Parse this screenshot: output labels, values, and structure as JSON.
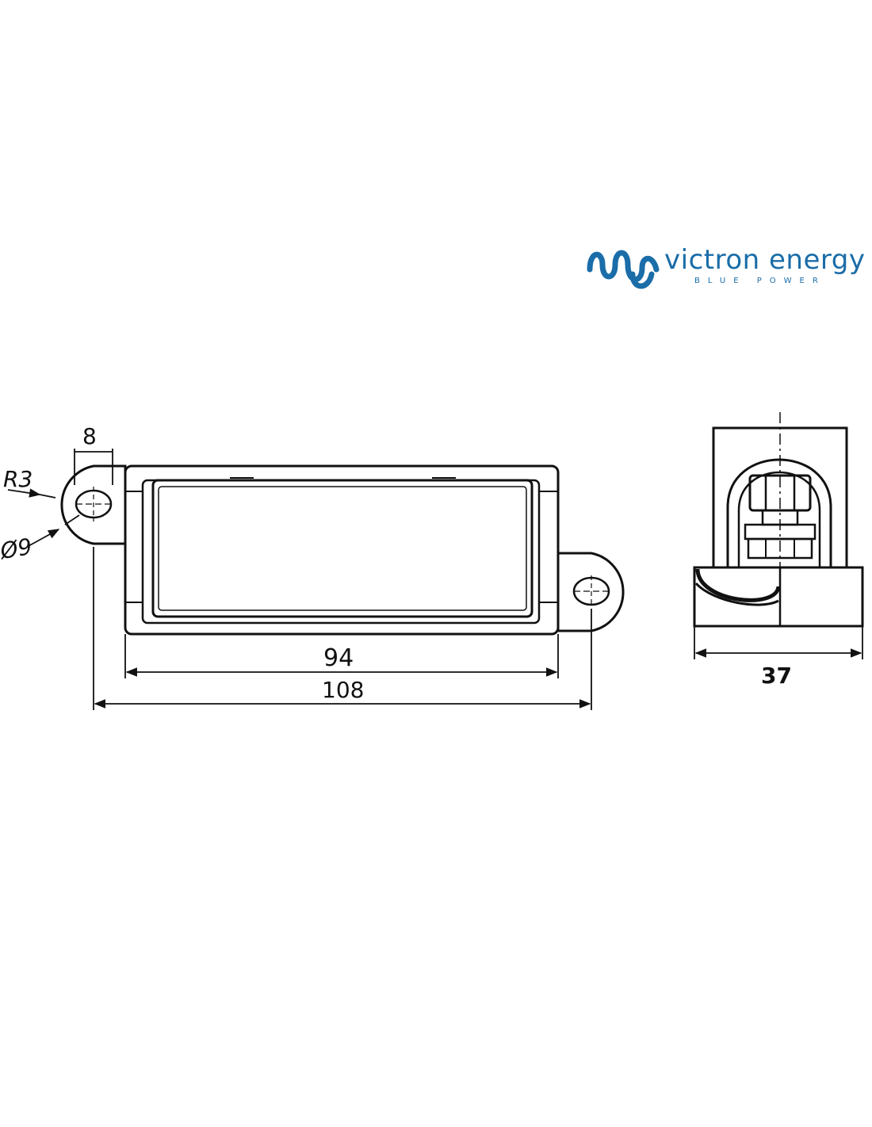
{
  "brand": {
    "name": "victron energy",
    "tagline": "BLUE POWER",
    "color": "#1a6da8"
  },
  "drawing": {
    "front_view": {
      "dimension_width_small": "8",
      "dimension_radius": "R3",
      "dimension_diameter": "Ø9",
      "dimension_inner_length": "94",
      "dimension_total_length": "108"
    },
    "side_view": {
      "dimension_width": "37"
    },
    "line_color": "#111111"
  }
}
